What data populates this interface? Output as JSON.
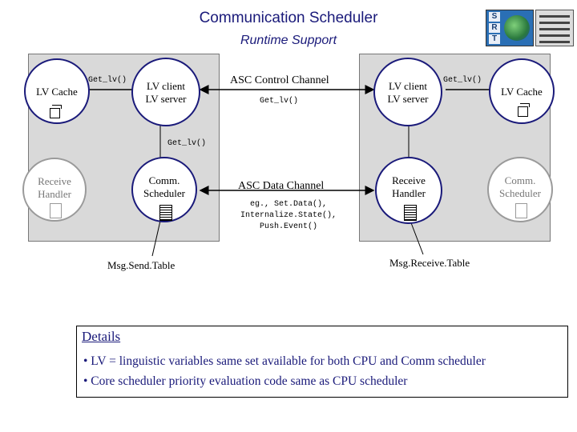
{
  "title": "Communication Scheduler",
  "subtitle": "Runtime Support",
  "logos": {
    "left_letters": [
      "S",
      "R",
      "T"
    ]
  },
  "left": {
    "lv_cache": "LV Cache",
    "lv_client": "LV client",
    "lv_server": "LV server",
    "receive_line1": "Receive",
    "receive_line2": "Handler",
    "comm_line1": "Comm.",
    "comm_line2": "Scheduler",
    "table_label": "Msg.Send.Table",
    "get_lv": "Get_lv()"
  },
  "right": {
    "lv_cache": "LV Cache",
    "lv_client": "LV client",
    "lv_server": "LV server",
    "receive_line1": "Receive",
    "receive_line2": "Handler",
    "comm_line1": "Comm.",
    "comm_line2": "Scheduler",
    "table_label": "Msg.Receive.Table",
    "get_lv": "Get_lv()"
  },
  "channels": {
    "control": "ASC Control Channel",
    "control_call": "Get_lv()",
    "middle_call": "Get_lv()",
    "data": "ASC Data Channel",
    "data_call1": "eg., Set.Data(),",
    "data_call2": "Internalize.State(),",
    "data_call3": "Push.Event()"
  },
  "details": {
    "heading": "Details",
    "bullet1": "• LV = linguistic variables same set available for both CPU and Comm scheduler",
    "bullet2": "• Core scheduler priority evaluation code same as CPU scheduler"
  }
}
